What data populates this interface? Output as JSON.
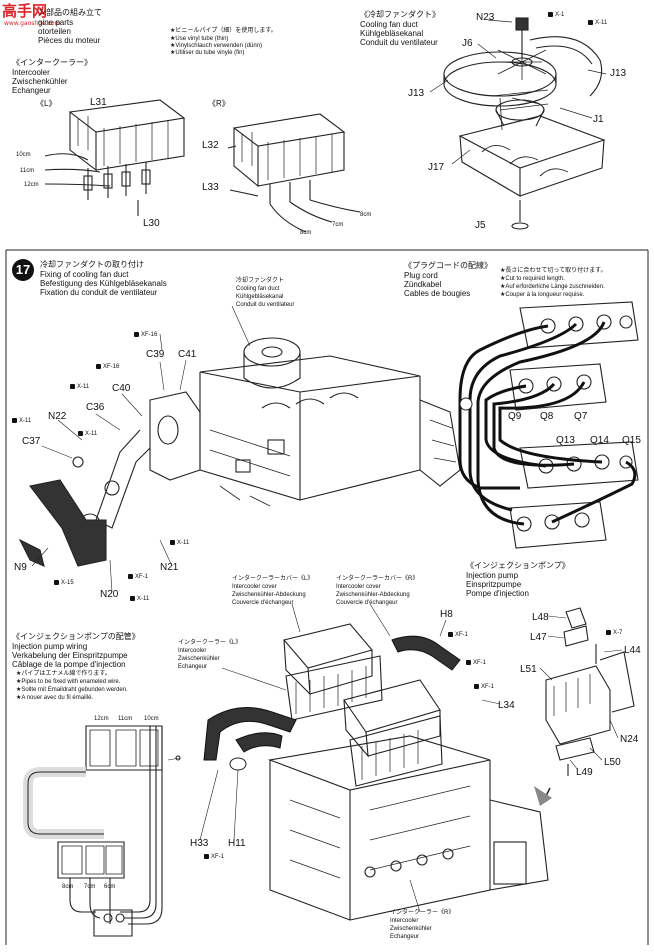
{
  "watermark": {
    "logo": "高手网",
    "url": "www.gaoshou.com"
  },
  "top_left": {
    "header_lines": [
      "ン部品の組み立て",
      "gine parts",
      "otorteilen",
      "Pièces du moteur"
    ],
    "vinyl_note": [
      "★ビニールパイプ（細）を使用します。",
      "★Use vinyl tube (thin)",
      "★Vinylschlauch verwenden (dünn)",
      "★Utiliser du tube vinyle (fin)"
    ],
    "intercooler_title": "《インタークーラー》",
    "intercooler_lines": [
      "Intercooler",
      "Zwischenkühler",
      "Echangeur"
    ],
    "left_label": "《L》",
    "right_label": "《R》",
    "part_L31": "L31",
    "part_L30": "L30",
    "part_L32": "L32",
    "part_L33": "L33",
    "lengths_left": [
      "10cm",
      "11cm",
      "12cm"
    ],
    "lengths_right": [
      "8cm",
      "7cm",
      "8cm"
    ]
  },
  "top_right": {
    "title_lines": [
      "《冷却ファンダクト》",
      "Cooling fan duct",
      "Kühlgebläsekanal",
      "Conduit du ventilateur"
    ],
    "parts": {
      "N23": "N23",
      "J6": "J6",
      "J13a": "J13",
      "J13b": "J13",
      "J1": "J1",
      "J17": "J17",
      "J5": "J5"
    },
    "x_marks": [
      "X-1",
      "X-11"
    ]
  },
  "step17": {
    "number": "17",
    "title_lines": [
      "冷却ファンダクトの取り付け",
      "Fixing of cooling fan duct",
      "Befestigung des Kühlgebläsekanals",
      "Fixation du conduit de ventilateur"
    ],
    "duct_label_lines": [
      "冷却ファンダクト",
      "Cooling fan duct",
      "Kühlgebläsekanal",
      "Conduit du ventilateur"
    ],
    "parts": {
      "C39": "C39",
      "C41": "C41",
      "C40": "C40",
      "C36": "C36",
      "C37": "C37",
      "N22": "N22",
      "N9": "N9",
      "N20": "N20",
      "N21": "N21"
    },
    "x_marks": [
      "XF-16",
      "XF-16",
      "X-11",
      "X-11",
      "X-11",
      "X-11",
      "XF-1",
      "X-15",
      "X-11"
    ]
  },
  "plug_cord": {
    "title_lines": [
      "《プラグコードの配線》",
      "Plug cord",
      "Zündkabel",
      "Cables de bougies"
    ],
    "note_lines": [
      "★長さに合わせて切って取り付けます。",
      "★Cut to required length.",
      "★Auf erforderliche Länge zuschneiden.",
      "★Couper à la longueur requise."
    ],
    "parts": {
      "Q9": "Q9",
      "Q8": "Q8",
      "Q7": "Q7",
      "Q13": "Q13",
      "Q14": "Q14",
      "Q15": "Q15"
    }
  },
  "intercooler_cover": {
    "left_lines": [
      "インタークーラーカバー《L》",
      "Intercooler cover",
      "Zwischenkühler-Abdeckung",
      "Couvercle d'échangeur"
    ],
    "right_lines": [
      "インタークーラーカバー《R》",
      "Intercooler cover",
      "Zwischenkühler-Abdeckung",
      "Couvercle d'échangeur"
    ],
    "cooler_left_lines": [
      "インタークーラー《L》",
      "Intercooler",
      "Zwischenkühler",
      "Echangeur"
    ],
    "cooler_right_lines": [
      "インタークーラー《R》",
      "Intercooler",
      "Zwischenkühler",
      "Echangeur"
    ],
    "parts": {
      "H8": "H8",
      "L34": "L34",
      "H33": "H33",
      "H11": "H11"
    },
    "x_marks": [
      "XF-1",
      "XF-1",
      "XF-1",
      "XF-1"
    ]
  },
  "injection_pump": {
    "title_lines": [
      "《インジェクションポンプ》",
      "Injection pump",
      "Einspritzpumpe",
      "Pompe d'injection"
    ],
    "parts": {
      "L48": "L48",
      "L47": "L47",
      "L44": "L44",
      "L51": "L51",
      "N24": "N24",
      "L50": "L50",
      "L49": "L49"
    },
    "x_mark": "X-7"
  },
  "pump_wiring": {
    "title_lines": [
      "《インジェクションポンプの配管》",
      "Injection pump wiring",
      "Verkabelung der Einspritzpumpe",
      "Câblage de la pompe d'injection"
    ],
    "note_lines": [
      "★パイプはエナメル線で作ります。",
      "★Pipes to be fixed with enameled wire.",
      "★Sollte mit Emaildraht gebunden werden.",
      "★A nouer avec du fil émaillé."
    ],
    "lengths_top": [
      "12cm",
      "11cm",
      "10cm"
    ],
    "lengths_bottom": [
      "8cm",
      "7cm",
      "6cm"
    ]
  }
}
